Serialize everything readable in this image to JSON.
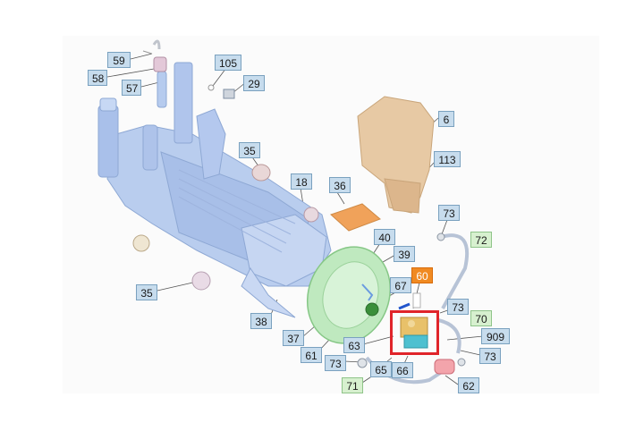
{
  "diagram": {
    "colors": {
      "callout_blue": "#c7dced",
      "callout_green": "#d7f0cf",
      "callout_orange": "#f08a22",
      "highlight": "#e0242a",
      "housing": "#b9cdee",
      "fan": "#bfe9bf",
      "cover": "#e7c9a4"
    },
    "callouts": [
      {
        "id": "c59",
        "text": "59",
        "style": "blue"
      },
      {
        "id": "c58",
        "text": "58",
        "style": "blue"
      },
      {
        "id": "c57",
        "text": "57",
        "style": "blue"
      },
      {
        "id": "c105",
        "text": "105",
        "style": "blue"
      },
      {
        "id": "c29",
        "text": "29",
        "style": "blue"
      },
      {
        "id": "c6",
        "text": "6",
        "style": "blue"
      },
      {
        "id": "c35a",
        "text": "35",
        "style": "blue"
      },
      {
        "id": "c113",
        "text": "113",
        "style": "blue"
      },
      {
        "id": "c18",
        "text": "18",
        "style": "blue"
      },
      {
        "id": "c36",
        "text": "36",
        "style": "blue"
      },
      {
        "id": "c73a",
        "text": "73",
        "style": "blue"
      },
      {
        "id": "c72",
        "text": "72",
        "style": "green"
      },
      {
        "id": "c40",
        "text": "40",
        "style": "blue"
      },
      {
        "id": "c39",
        "text": "39",
        "style": "blue"
      },
      {
        "id": "c60",
        "text": "60",
        "style": "orange"
      },
      {
        "id": "c35b",
        "text": "35",
        "style": "blue"
      },
      {
        "id": "c67",
        "text": "67",
        "style": "blue"
      },
      {
        "id": "c73b",
        "text": "73",
        "style": "blue"
      },
      {
        "id": "c70",
        "text": "70",
        "style": "green"
      },
      {
        "id": "c38",
        "text": "38",
        "style": "blue"
      },
      {
        "id": "c909",
        "text": "909",
        "style": "blue"
      },
      {
        "id": "c37",
        "text": "37",
        "style": "blue"
      },
      {
        "id": "c63",
        "text": "63",
        "style": "blue"
      },
      {
        "id": "c61",
        "text": "61",
        "style": "blue"
      },
      {
        "id": "c73c",
        "text": "73",
        "style": "blue"
      },
      {
        "id": "c73d",
        "text": "73",
        "style": "blue"
      },
      {
        "id": "c65",
        "text": "65",
        "style": "blue"
      },
      {
        "id": "c66",
        "text": "66",
        "style": "blue"
      },
      {
        "id": "c71",
        "text": "71",
        "style": "green"
      },
      {
        "id": "c62",
        "text": "62",
        "style": "blue"
      }
    ]
  }
}
